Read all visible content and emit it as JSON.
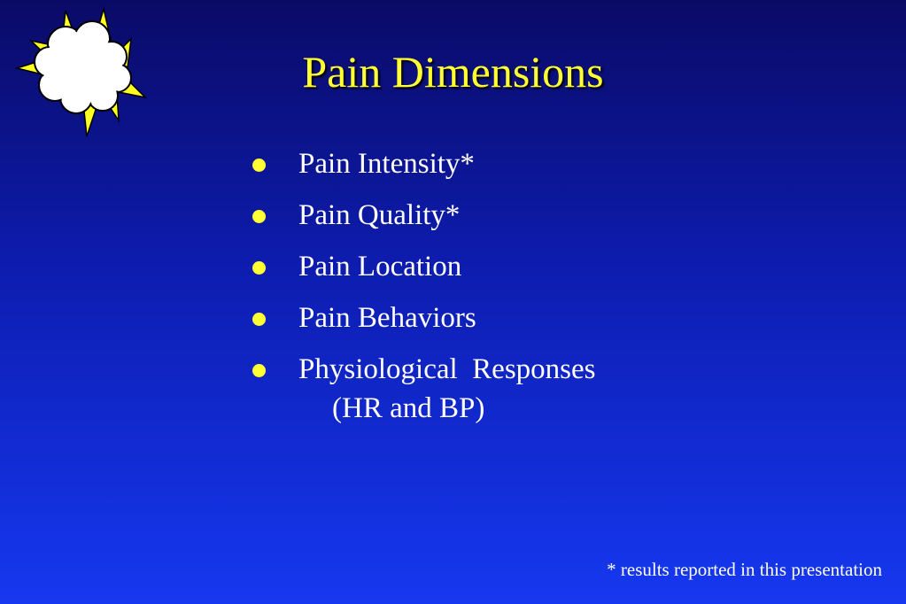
{
  "slide": {
    "title": "Pain Dimensions",
    "bullets": [
      {
        "text": "Pain Intensity*"
      },
      {
        "text": "Pain Quality*"
      },
      {
        "text": "Pain Location"
      },
      {
        "text": "Pain Behaviors"
      },
      {
        "text": "Physiological  Responses",
        "text2": "(HR and BP)"
      }
    ],
    "footnote": "* results reported in this presentation"
  },
  "colors": {
    "title": "#ffff33",
    "bullet": "#ffff33",
    "text": "#ffffff",
    "background_top": "#0a0a66",
    "background_bottom": "#1638f0"
  },
  "icons": {
    "logo": "sun-cloud-icon"
  }
}
